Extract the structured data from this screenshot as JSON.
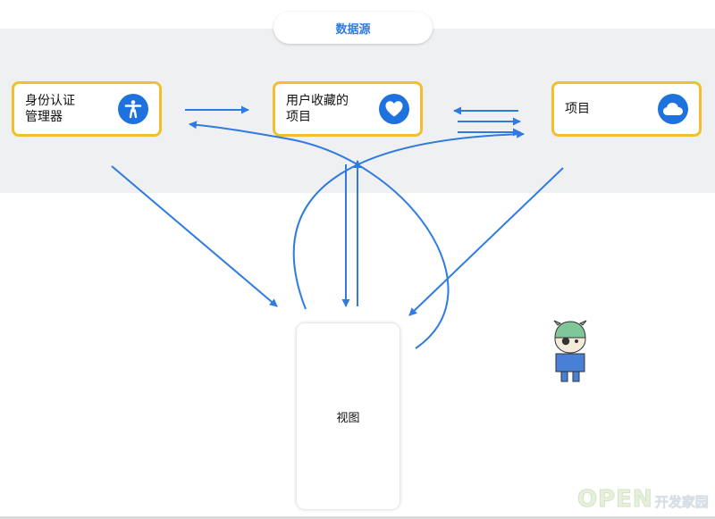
{
  "header": {
    "title": "数据源"
  },
  "nodes": {
    "auth": {
      "label": "身份认证\n管理器",
      "icon": "accessibility-icon"
    },
    "favorites": {
      "label": "用户收藏的\n项目",
      "icon": "heart-icon"
    },
    "project": {
      "label": "项目",
      "icon": "cloud-icon"
    }
  },
  "view": {
    "label": "视图"
  },
  "watermark": {
    "brand": "OPEN",
    "suffix": "开发家园"
  },
  "colors": {
    "accent": "#2f7be0",
    "node_border": "#f5be2e",
    "icon_bg": "#1d72de",
    "band": "#eff0f2"
  }
}
